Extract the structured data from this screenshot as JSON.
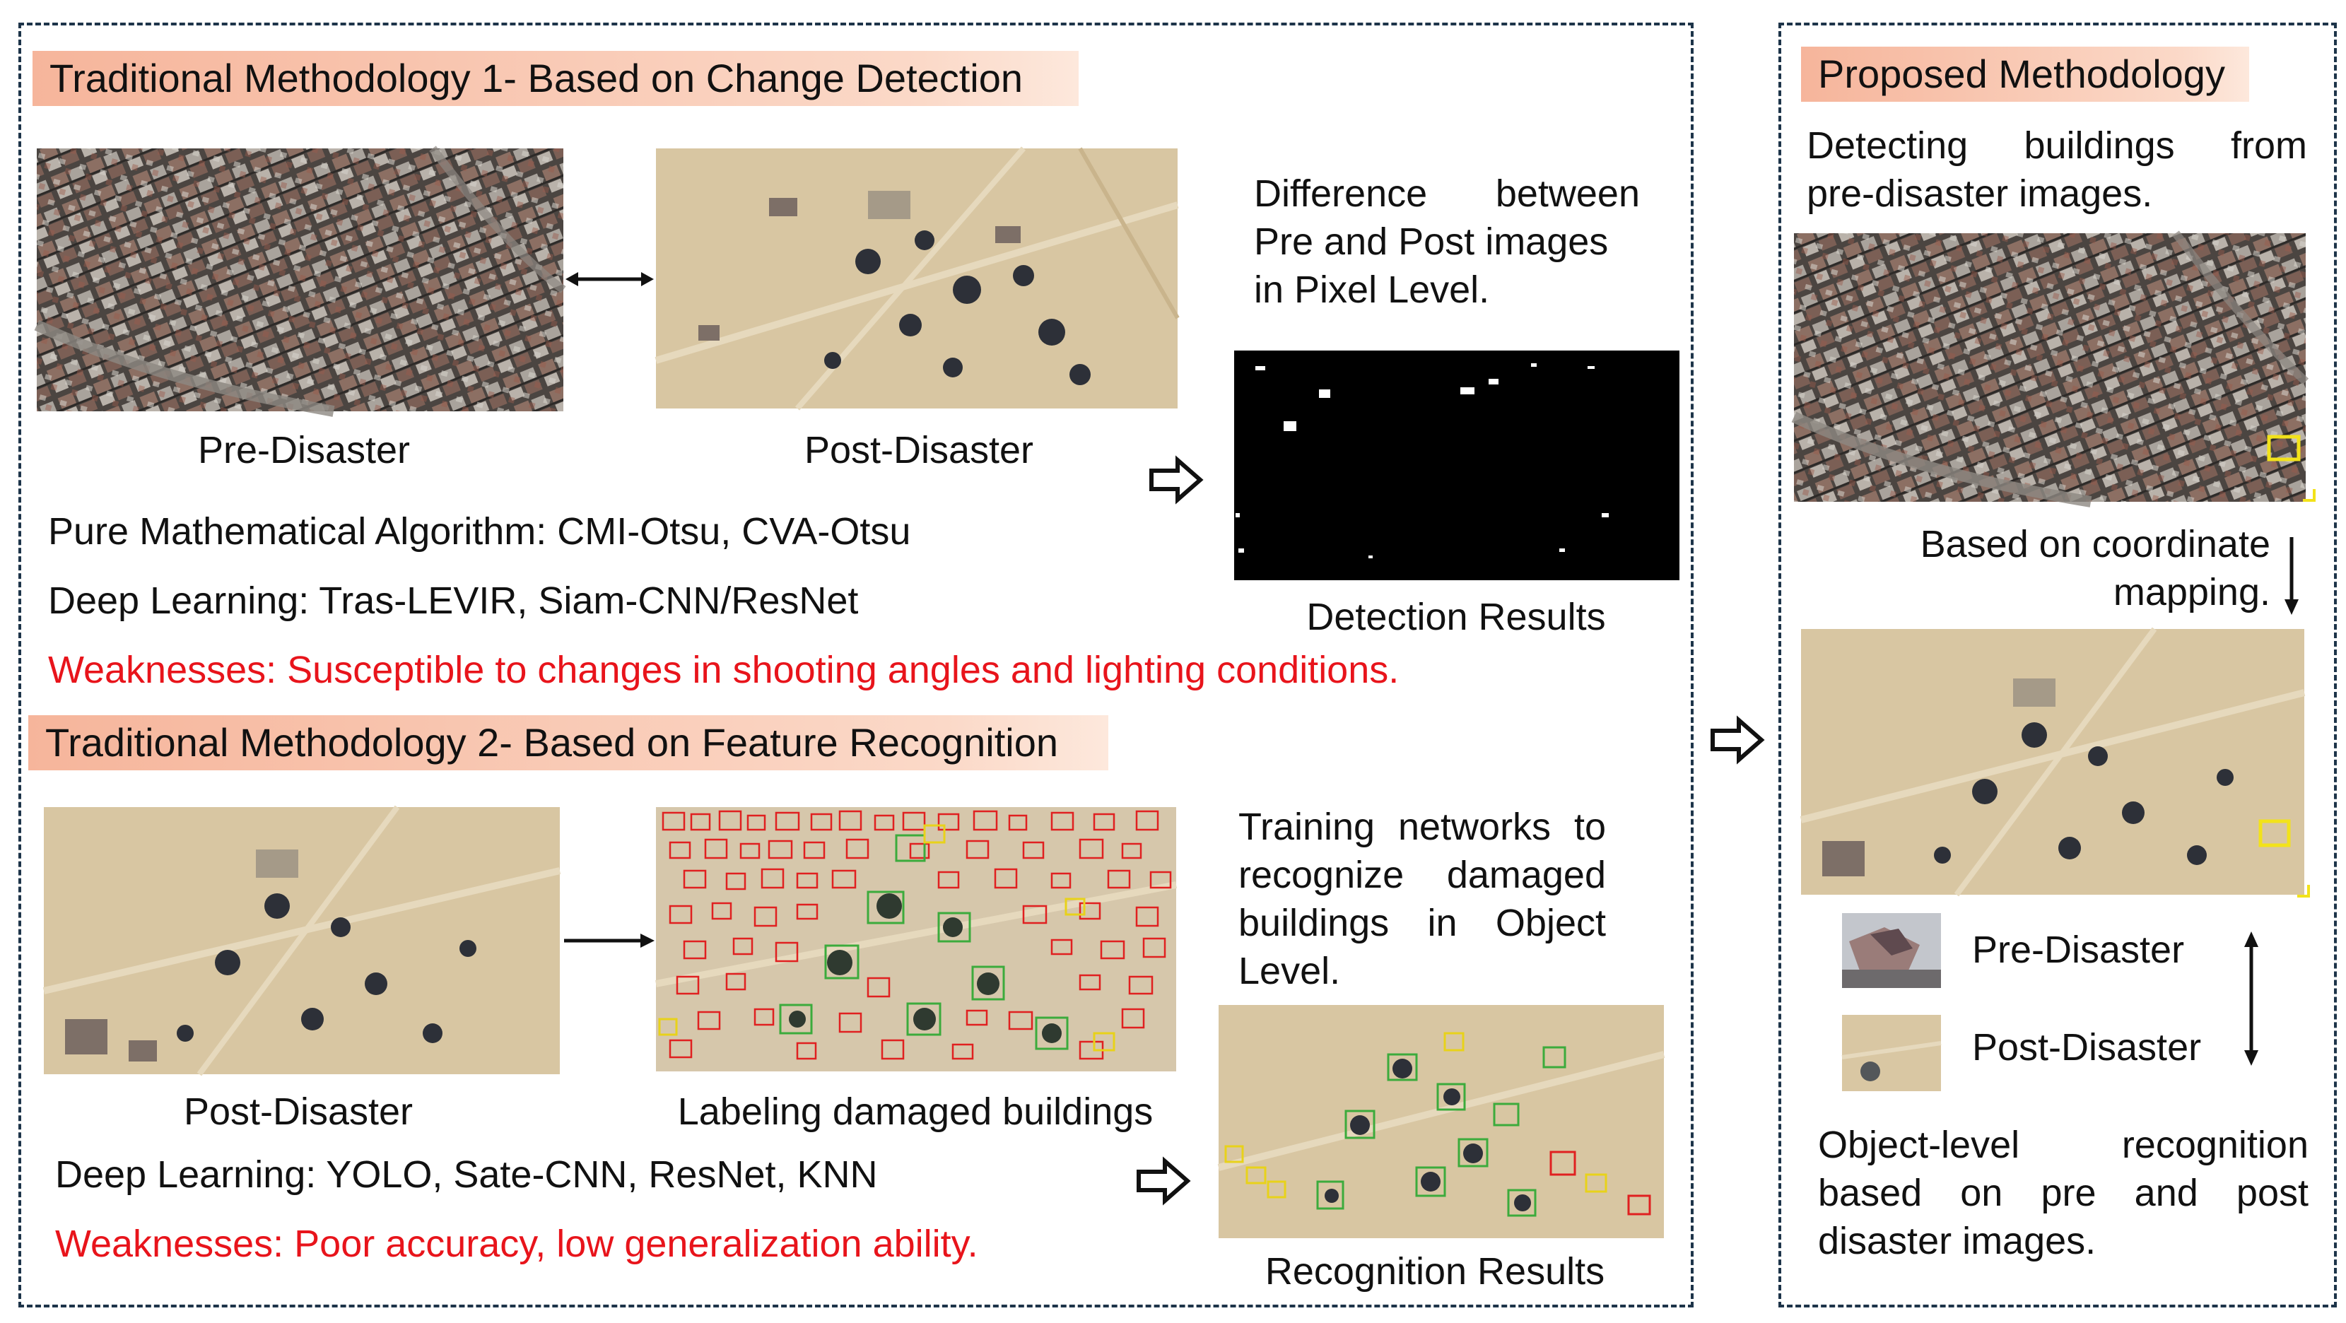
{
  "colors": {
    "panel_border": "#1d3449",
    "header_gradient_start": "#f6b59b",
    "header_gradient_end": "#fde8dc",
    "weakness_text": "#e8141b",
    "aerial_ground": "#d9c7a3",
    "aerial_urban": "#5e5650",
    "box_red": "#e02020",
    "box_green": "#3cab3c",
    "box_yellow": "#e8d21a"
  },
  "left_panel": {
    "method1": {
      "header": "Traditional Methodology 1- Based on Change Detection",
      "pre_caption": "Pre-Disaster",
      "post_caption": "Post-Disaster",
      "difference_text": [
        "Difference between",
        "Pre and Post images",
        "in Pixel Level."
      ],
      "result_caption": "Detection Results",
      "algo_line1": "Pure Mathematical Algorithm: CMI-Otsu, CVA-Otsu",
      "algo_line2": "Deep Learning: Tras-LEVIR, Siam-CNN/ResNet",
      "weakness": "Weaknesses: Susceptible to changes in shooting angles and lighting conditions."
    },
    "method2": {
      "header": "Traditional Methodology 2- Based on Feature Recognition",
      "post_caption": "Post-Disaster",
      "labeling_caption": "Labeling damaged buildings",
      "training_text": [
        "Training networks to",
        "recognize damaged",
        "buildings in Object",
        "Level."
      ],
      "algo_line": "Deep Learning: YOLO, Sate-CNN, ResNet, KNN",
      "weakness": "Weaknesses: Poor accuracy, low generalization ability.",
      "result_caption": "Recognition Results"
    }
  },
  "right_panel": {
    "header": "Proposed Methodology",
    "detect_text": [
      "Detecting buildings from",
      "pre-disaster images."
    ],
    "mapping_text": [
      "Based on coordinate",
      "mapping."
    ],
    "pre_label": "Pre-Disaster",
    "post_label": "Post-Disaster",
    "conclusion": [
      "Object-level recognition",
      "based on pre and post",
      "disaster images."
    ]
  }
}
